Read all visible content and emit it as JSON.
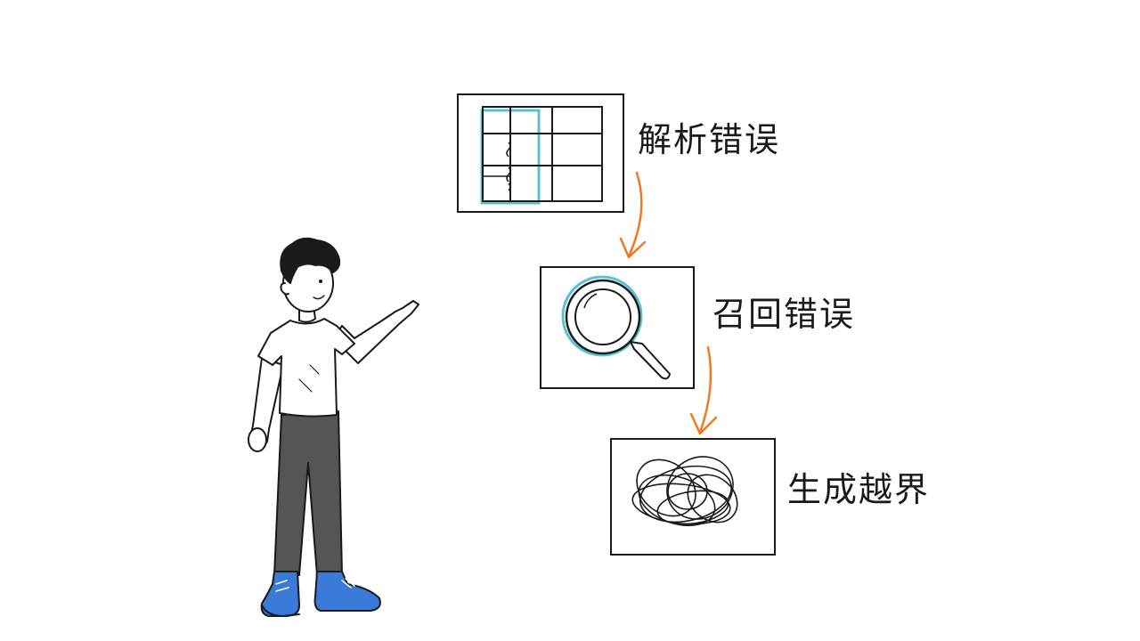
{
  "steps": [
    {
      "label": "解析错误",
      "icon": "table-icon"
    },
    {
      "label": "召回错误",
      "icon": "magnifier-icon"
    },
    {
      "label": "生成越界",
      "icon": "scribble-icon"
    }
  ],
  "colors": {
    "ink": "#1a1a1a",
    "arrow": "#f07a22",
    "highlight": "#5cc0d0",
    "shoe": "#3a7ad8",
    "pants": "#555555"
  }
}
